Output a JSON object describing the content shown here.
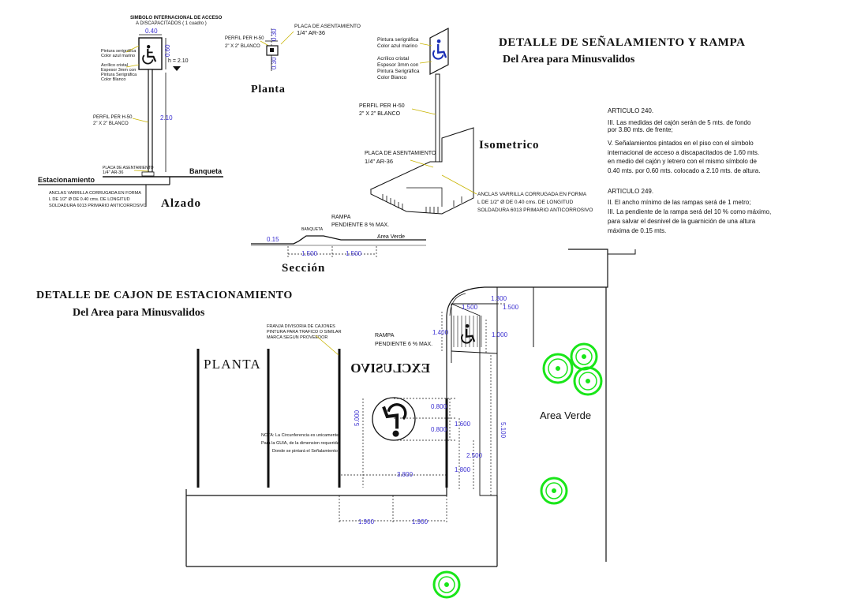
{
  "titles": {
    "main_title": "DETALLE DE SEÑALAMIENTO Y RAMPA",
    "main_subtitle": "Del Area para Minusvalidos",
    "cajon_title": "DETALLE DE CAJON DE ESTACIONAMIENTO",
    "cajon_subtitle": "Del Area para Minusvalidos"
  },
  "alzado": {
    "simbolo": "SIMBOLO INTERNACIONAL DE ACCESO",
    "simbolo_sub": "A DISCAPACITADOS ( 1 cuadro )",
    "width_dim": "0.40",
    "height_dim": "0.60",
    "h_label": "h = 2.10",
    "pintura_1": "Pintura serigráfica",
    "pintura_2": "Color azul marino",
    "acrilico_1": "Acrílico cristal",
    "acrilico_2": "Espesor 3mm con",
    "acrilico_3": "Pintura Serigráfica",
    "acrilico_4": "Color Blanco",
    "perfil_1": "PERFIL PER H-50",
    "perfil_2": "2\" X 2\" BLANCO",
    "pole_dim": "2.10",
    "placa_1": "PLACA DE ASENTAMIENTO",
    "placa_2": "1/4\"   AR-36",
    "estacionamiento": "Estacionamiento",
    "banqueta": "Banqueta",
    "anclas_1": "ANCLAS VARRILLA CORRUGADA EN FORMA",
    "anclas_2": "L DE 1/2\" Ø DE 0.40 cms. DE LONGITUD",
    "anclas_3": "SOLDADURA 6013 PRIMARIO ANTICORROSIVO",
    "view_label": "Alzado"
  },
  "planta_small": {
    "placa_1": "PLACA DE ASENTAMIENTO",
    "placa_2": "1/4\"   AR-36",
    "perfil_1": "PERFIL PER H-50",
    "perfil_2": "2\" X 2\" BLANCO",
    "dim_top": "0.30",
    "dim_bottom": "0.30",
    "view_label": "Planta"
  },
  "isometrico": {
    "pintura_1": "Pintura serigráfica",
    "pintura_2": "Color azul marino",
    "acrilico_1": "Acrílico cristal",
    "acrilico_2": "Espesor 3mm con",
    "acrilico_3": "Pintura Serigráfica",
    "acrilico_4": "Color Blanco",
    "perfil_1": "PERFIL PER H-50",
    "perfil_2": "2\" X 2\" BLANCO",
    "placa_1": "PLACA DE ASENTAMIENTO",
    "placa_2": "1/4\"   AR-36",
    "anclas_1": "ANCLAS VARRILLA CORRUGADA EN FORMA",
    "anclas_2": "L DE 1/2\" Ø DE 0.40 cms. DE LONGITUD",
    "anclas_3": "SOLDADURA 6013 PRIMARIO ANTICORROSIVO",
    "view_label": "Isometrico"
  },
  "seccion": {
    "rampa": "RAMPA",
    "pendiente": "PENDIENTE 8 % MAX.",
    "banqueta": "BANQUETA",
    "area_verde": "Area Verde",
    "dim_h": "0.15",
    "dim_1": "1.500",
    "dim_2": "1.500",
    "view_label": "Sección"
  },
  "articles": {
    "art240_title": "ARTICULO 240.",
    "art240_l1": "III. Las medidas del cajón serán de 5 mts. de fondo",
    "art240_l2": "por 3.80 mts. de frente;",
    "art240_l3": "V. Señalamientos pintados en el piso con el símbolo",
    "art240_l4": "internacional de acceso a discapacitados de 1.60 mts.",
    "art240_l5": "en medio del cajón y letrero con el mismo símbolo de",
    "art240_l6": "0.40 mts. por 0.60 mts. colocado a 2.10 mts. de altura.",
    "art249_title": "ARTICULO 249.",
    "art249_l1": "II. El ancho mínimo de las rampas será de 1 metro;",
    "art249_l2": "III. La pendiente de la rampa será del 10 % como máximo,",
    "art249_l3": "para salvar el desnivel de la guarnición de una altura",
    "art249_l4": "máxima de 0.15 mts."
  },
  "planta_main": {
    "view_label": "PLANTA",
    "franja_1": "FRANJA DIVISORIA DE CAJONES",
    "franja_2": "PINTURA PARA TRAFICO O SIMILAR",
    "franja_3": "MARCA SEGUN PROVEEDOR",
    "rampa": "RAMPA",
    "pendiente": "PENDIENTE 6 % MAX.",
    "exclusivo": "EXCLUSIVO",
    "nota_1": "NOTA: La Circunferencia es unicamente",
    "nota_2": "Para la GUIA, de la dimension requerida",
    "nota_3": "Donde se pintará el Señalamiento",
    "area_verde": "Area Verde",
    "dim_5000": "5.000",
    "dim_3800": "3.800",
    "dim_1900a": "1.900",
    "dim_1900b": "1.900",
    "dim_0800a": "0.800",
    "dim_0800b": "0.800",
    "dim_1600": "1.600",
    "dim_2500": "2.500",
    "dim_1800": "1.800",
    "dim_5100": "5.100",
    "dim_1500a": "1.500",
    "dim_1500b": "1.500",
    "dim_1300": "1.300",
    "dim_1400": "1.400",
    "dim_1000": "1.000"
  },
  "colors": {
    "dimension": "#3a2fd0",
    "tree_green": "#19e619",
    "leader": "#c8b400",
    "line": "#111111"
  }
}
